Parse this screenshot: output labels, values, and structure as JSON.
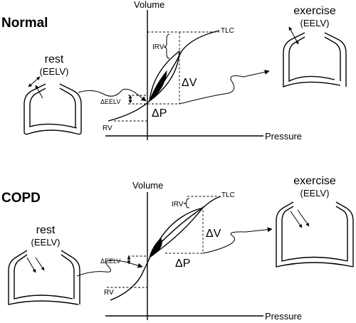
{
  "normal": {
    "title": "Normal",
    "rest_label": "rest",
    "rest_sub": "(EELV)",
    "exercise_label": "exercise",
    "exercise_sub": "(EELV)",
    "axis_y": "Volume",
    "axis_x": "Pressure",
    "tlc": "TLC",
    "irv": "IRV",
    "delta_v": "ΔV",
    "delta_p": "ΔP",
    "delta_eelv": "ΔEELV",
    "rv": "RV"
  },
  "copd": {
    "title": "COPD",
    "rest_label": "rest",
    "rest_sub": "(EELV)",
    "exercise_label": "exercise",
    "exercise_sub": "(EELV)",
    "axis_y": "Volume",
    "axis_x": "Pressure",
    "tlc": "TLC",
    "irv": "IRV",
    "delta_v": "ΔV",
    "delta_p": "ΔP",
    "delta_eelv": "ΔEELV",
    "rv": "RV"
  },
  "colors": {
    "ink": "#000000",
    "background": "#ffffff"
  }
}
